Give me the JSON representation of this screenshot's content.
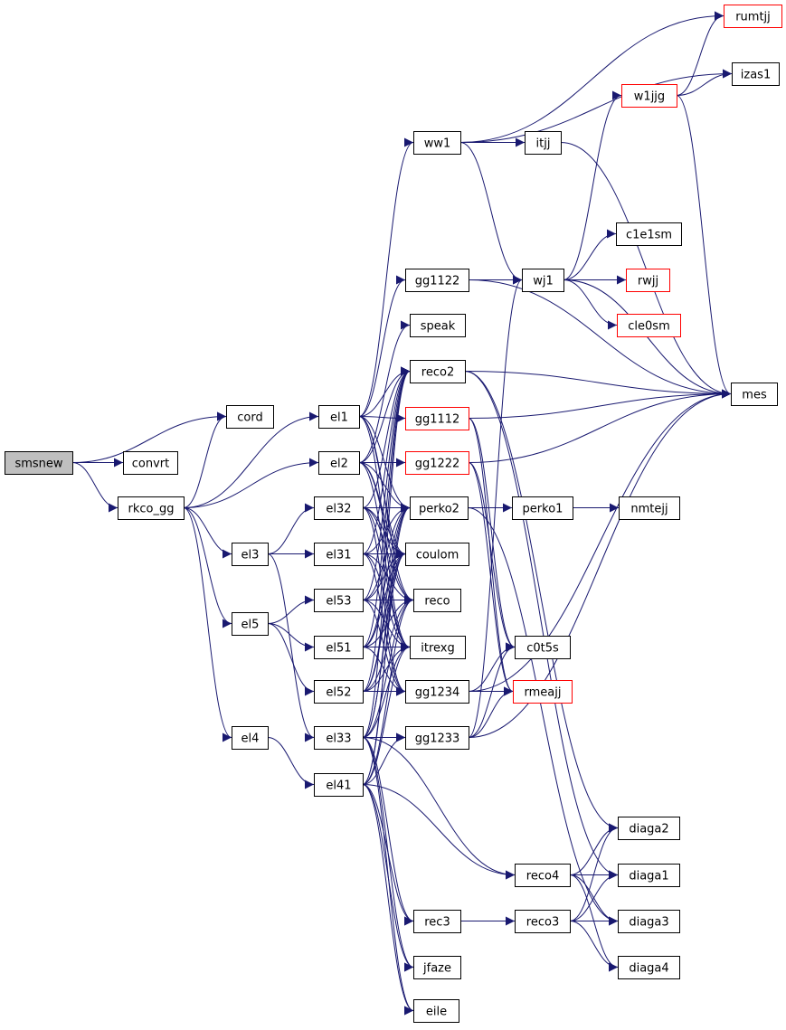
{
  "colors": {
    "edge": "#191970",
    "node_border": "#000000",
    "node_border_highlight": "#ff0000",
    "root_fill": "#bfbfbf",
    "node_fill": "#ffffff"
  },
  "root": "smsnew",
  "nodes": [
    {
      "id": "smsnew",
      "label": "smsnew",
      "style": "root"
    },
    {
      "id": "convrt",
      "label": "convrt",
      "style": "normal"
    },
    {
      "id": "cord",
      "label": "cord",
      "style": "normal"
    },
    {
      "id": "rkco_gg",
      "label": "rkco_gg",
      "style": "normal"
    },
    {
      "id": "el1",
      "label": "el1",
      "style": "normal"
    },
    {
      "id": "el2",
      "label": "el2",
      "style": "normal"
    },
    {
      "id": "el3",
      "label": "el3",
      "style": "normal"
    },
    {
      "id": "el4",
      "label": "el4",
      "style": "normal"
    },
    {
      "id": "el5",
      "label": "el5",
      "style": "normal"
    },
    {
      "id": "el31",
      "label": "el31",
      "style": "normal"
    },
    {
      "id": "el32",
      "label": "el32",
      "style": "normal"
    },
    {
      "id": "el33",
      "label": "el33",
      "style": "normal"
    },
    {
      "id": "el41",
      "label": "el41",
      "style": "normal"
    },
    {
      "id": "el51",
      "label": "el51",
      "style": "normal"
    },
    {
      "id": "el52",
      "label": "el52",
      "style": "normal"
    },
    {
      "id": "el53",
      "label": "el53",
      "style": "normal"
    },
    {
      "id": "ww1",
      "label": "ww1",
      "style": "normal"
    },
    {
      "id": "gg1122",
      "label": "gg1122",
      "style": "normal"
    },
    {
      "id": "speak",
      "label": "speak",
      "style": "normal"
    },
    {
      "id": "reco2",
      "label": "reco2",
      "style": "normal"
    },
    {
      "id": "gg1112",
      "label": "gg1112",
      "style": "highlight"
    },
    {
      "id": "gg1222",
      "label": "gg1222",
      "style": "highlight"
    },
    {
      "id": "perko2",
      "label": "perko2",
      "style": "normal"
    },
    {
      "id": "coulom",
      "label": "coulom",
      "style": "normal"
    },
    {
      "id": "reco",
      "label": "reco",
      "style": "normal"
    },
    {
      "id": "itrexg",
      "label": "itrexg",
      "style": "normal"
    },
    {
      "id": "gg1234",
      "label": "gg1234",
      "style": "normal"
    },
    {
      "id": "gg1233",
      "label": "gg1233",
      "style": "normal"
    },
    {
      "id": "rec3",
      "label": "rec3",
      "style": "normal"
    },
    {
      "id": "jfaze",
      "label": "jfaze",
      "style": "normal"
    },
    {
      "id": "eile",
      "label": "eile",
      "style": "normal"
    },
    {
      "id": "itjj",
      "label": "itjj",
      "style": "normal"
    },
    {
      "id": "wj1",
      "label": "wj1",
      "style": "normal"
    },
    {
      "id": "perko1",
      "label": "perko1",
      "style": "normal"
    },
    {
      "id": "c0t5s",
      "label": "c0t5s",
      "style": "normal"
    },
    {
      "id": "rmeajj",
      "label": "rmeajj",
      "style": "highlight"
    },
    {
      "id": "reco4",
      "label": "reco4",
      "style": "normal"
    },
    {
      "id": "reco3",
      "label": "reco3",
      "style": "normal"
    },
    {
      "id": "w1jjg",
      "label": "w1jjg",
      "style": "highlight"
    },
    {
      "id": "c1e1sm",
      "label": "c1e1sm",
      "style": "normal"
    },
    {
      "id": "rwjj",
      "label": "rwjj",
      "style": "highlight"
    },
    {
      "id": "cle0sm",
      "label": "cle0sm",
      "style": "highlight"
    },
    {
      "id": "nmtejj",
      "label": "nmtejj",
      "style": "normal"
    },
    {
      "id": "rumtjj",
      "label": "rumtjj",
      "style": "highlight"
    },
    {
      "id": "izas1",
      "label": "izas1",
      "style": "normal"
    },
    {
      "id": "mes",
      "label": "mes",
      "style": "normal"
    },
    {
      "id": "diaga2",
      "label": "diaga2",
      "style": "normal"
    },
    {
      "id": "diaga1",
      "label": "diaga1",
      "style": "normal"
    },
    {
      "id": "diaga3",
      "label": "diaga3",
      "style": "normal"
    },
    {
      "id": "diaga4",
      "label": "diaga4",
      "style": "normal"
    }
  ],
  "edges": [
    [
      "smsnew",
      "convrt"
    ],
    [
      "smsnew",
      "cord"
    ],
    [
      "smsnew",
      "rkco_gg"
    ],
    [
      "rkco_gg",
      "cord"
    ],
    [
      "rkco_gg",
      "el1"
    ],
    [
      "rkco_gg",
      "el2"
    ],
    [
      "rkco_gg",
      "el3"
    ],
    [
      "rkco_gg",
      "el4"
    ],
    [
      "rkco_gg",
      "el5"
    ],
    [
      "el1",
      "ww1"
    ],
    [
      "el1",
      "gg1122"
    ],
    [
      "el1",
      "reco2"
    ],
    [
      "el1",
      "gg1112"
    ],
    [
      "el1",
      "perko2"
    ],
    [
      "el1",
      "coulom"
    ],
    [
      "el1",
      "reco"
    ],
    [
      "el1",
      "itrexg"
    ],
    [
      "el2",
      "gg1222"
    ],
    [
      "el2",
      "perko2"
    ],
    [
      "el2",
      "coulom"
    ],
    [
      "el2",
      "reco"
    ],
    [
      "el2",
      "itrexg"
    ],
    [
      "el2",
      "speak"
    ],
    [
      "el2",
      "reco2"
    ],
    [
      "el3",
      "el31"
    ],
    [
      "el3",
      "el32"
    ],
    [
      "el3",
      "el33"
    ],
    [
      "el4",
      "el41"
    ],
    [
      "el5",
      "el51"
    ],
    [
      "el5",
      "el52"
    ],
    [
      "el5",
      "el53"
    ],
    [
      "el31",
      "perko2"
    ],
    [
      "el31",
      "coulom"
    ],
    [
      "el31",
      "reco"
    ],
    [
      "el31",
      "itrexg"
    ],
    [
      "el31",
      "gg1234"
    ],
    [
      "el31",
      "reco2"
    ],
    [
      "el32",
      "perko2"
    ],
    [
      "el32",
      "coulom"
    ],
    [
      "el32",
      "reco"
    ],
    [
      "el32",
      "itrexg"
    ],
    [
      "el32",
      "gg1234"
    ],
    [
      "el32",
      "reco2"
    ],
    [
      "el33",
      "gg1233"
    ],
    [
      "el33",
      "perko2"
    ],
    [
      "el33",
      "coulom"
    ],
    [
      "el33",
      "reco"
    ],
    [
      "el33",
      "itrexg"
    ],
    [
      "el33",
      "reco4"
    ],
    [
      "el33",
      "rec3"
    ],
    [
      "el33",
      "jfaze"
    ],
    [
      "el33",
      "eile"
    ],
    [
      "el33",
      "reco2"
    ],
    [
      "el41",
      "gg1233"
    ],
    [
      "el41",
      "perko2"
    ],
    [
      "el41",
      "coulom"
    ],
    [
      "el41",
      "reco"
    ],
    [
      "el41",
      "itrexg"
    ],
    [
      "el41",
      "reco4"
    ],
    [
      "el41",
      "rec3"
    ],
    [
      "el41",
      "jfaze"
    ],
    [
      "el41",
      "eile"
    ],
    [
      "el51",
      "perko2"
    ],
    [
      "el51",
      "coulom"
    ],
    [
      "el51",
      "reco"
    ],
    [
      "el51",
      "itrexg"
    ],
    [
      "el51",
      "gg1234"
    ],
    [
      "el51",
      "reco2"
    ],
    [
      "el52",
      "perko2"
    ],
    [
      "el52",
      "coulom"
    ],
    [
      "el52",
      "reco"
    ],
    [
      "el52",
      "itrexg"
    ],
    [
      "el52",
      "gg1234"
    ],
    [
      "el52",
      "reco2"
    ],
    [
      "el53",
      "perko2"
    ],
    [
      "el53",
      "coulom"
    ],
    [
      "el53",
      "reco"
    ],
    [
      "el53",
      "itrexg"
    ],
    [
      "el53",
      "gg1234"
    ],
    [
      "el53",
      "reco2"
    ],
    [
      "ww1",
      "rumtjj"
    ],
    [
      "ww1",
      "izas1"
    ],
    [
      "ww1",
      "itjj"
    ],
    [
      "ww1",
      "wj1"
    ],
    [
      "itjj",
      "mes"
    ],
    [
      "gg1122",
      "wj1"
    ],
    [
      "gg1122",
      "mes"
    ],
    [
      "wj1",
      "w1jjg"
    ],
    [
      "wj1",
      "c1e1sm"
    ],
    [
      "wj1",
      "rwjj"
    ],
    [
      "wj1",
      "cle0sm"
    ],
    [
      "wj1",
      "mes"
    ],
    [
      "w1jjg",
      "rumtjj"
    ],
    [
      "w1jjg",
      "izas1"
    ],
    [
      "w1jjg",
      "mes"
    ],
    [
      "reco2",
      "mes"
    ],
    [
      "reco2",
      "diaga2"
    ],
    [
      "reco2",
      "diaga1"
    ],
    [
      "gg1112",
      "mes"
    ],
    [
      "gg1112",
      "c0t5s"
    ],
    [
      "gg1112",
      "rmeajj"
    ],
    [
      "gg1222",
      "mes"
    ],
    [
      "gg1222",
      "c0t5s"
    ],
    [
      "gg1222",
      "rmeajj"
    ],
    [
      "perko2",
      "perko1"
    ],
    [
      "perko2",
      "diaga3"
    ],
    [
      "perko1",
      "nmtejj"
    ],
    [
      "gg1234",
      "c0t5s"
    ],
    [
      "gg1234",
      "rmeajj"
    ],
    [
      "gg1234",
      "mes"
    ],
    [
      "gg1233",
      "wj1"
    ],
    [
      "gg1233",
      "c0t5s"
    ],
    [
      "gg1233",
      "rmeajj"
    ],
    [
      "gg1233",
      "mes"
    ],
    [
      "reco4",
      "diaga2"
    ],
    [
      "reco4",
      "diaga1"
    ],
    [
      "reco4",
      "diaga3"
    ],
    [
      "reco4",
      "diaga4"
    ],
    [
      "rec3",
      "reco3"
    ],
    [
      "reco3",
      "diaga2"
    ],
    [
      "reco3",
      "diaga1"
    ],
    [
      "reco3",
      "diaga3"
    ],
    [
      "reco3",
      "diaga4"
    ]
  ]
}
